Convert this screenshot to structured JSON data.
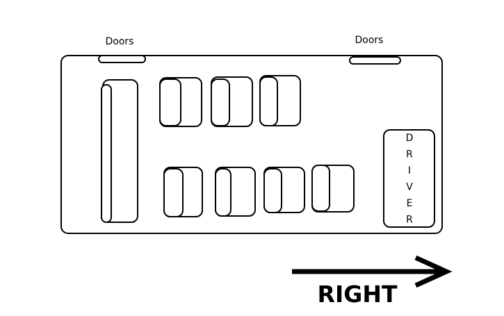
{
  "doors": [
    {
      "label": "Doors"
    },
    {
      "label": "Doors"
    }
  ],
  "driver": {
    "label": "DRIVER"
  },
  "direction": {
    "label": "RIGHT"
  },
  "seats": {
    "bench": 1,
    "top_row": 3,
    "bottom_row": 4
  },
  "colors": {
    "stroke": "#000000",
    "background": "#ffffff"
  }
}
